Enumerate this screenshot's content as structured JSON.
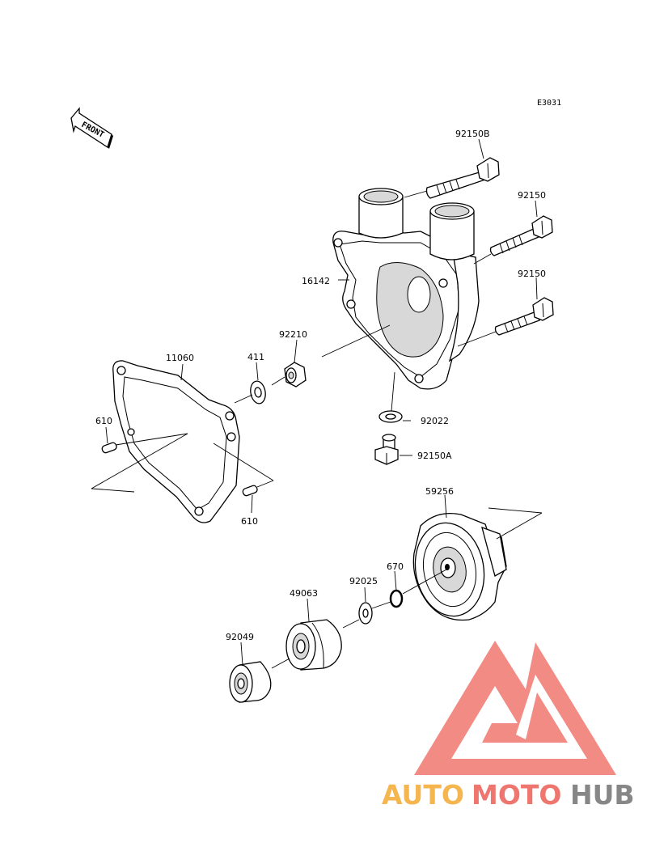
{
  "diagram_code": "E3031",
  "front_label": "FRONT",
  "parts": {
    "bolt_b": "92150B",
    "bolt_1": "92150",
    "bolt_2": "92150",
    "cover": "16142",
    "nut": "92210",
    "washer": "411",
    "gasket": "11060",
    "pin_left": "610",
    "pin_right": "610",
    "washer_drain": "92022",
    "drain_bolt": "92150A",
    "impeller_housing": "59256",
    "oring": "670",
    "washer_small": "92025",
    "seal_mech": "49063",
    "oil_seal": "92049"
  },
  "watermark": {
    "text_part1": "AUTO",
    "text_part2": "MOTO",
    "text_part3": "HUB",
    "color_orange": "#f5b042",
    "color_red": "#ee6b63",
    "color_gray": "#7d7d7d"
  }
}
